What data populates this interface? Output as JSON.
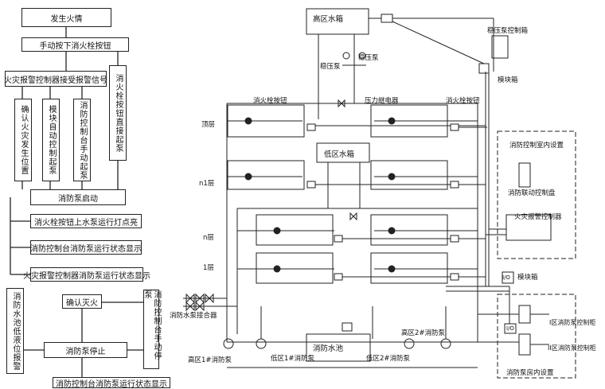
{
  "flowchart": {
    "start": "发生火情",
    "press_button": "手动按下消火栓按钮",
    "alarm_controller_receive": "火灾报警控制器接受报警信号",
    "confirm_fire": "确认火灾发生位置",
    "module_auto_start": "模块自动控制起泵",
    "console_manual_start": "消防控制台手动起泵",
    "hydrant_direct_start": "消火栓按钮直接起泵",
    "pump_started": "消防泵启动",
    "indicator_light": "消火栓按钮上水泵运行灯点亮",
    "console_display": "消防控制台消防泵运行状态显示",
    "controller_display": "火灾报警控制器消防泵运行状态显示",
    "low_level_alarm": "消防水池低液位报警",
    "confirm_extinguished": "确认灭火",
    "console_manual_stop": "消防控制台手动停泵",
    "pump_stopped": "消防泵停止",
    "console_display_bottom": "消防控制台消防泵运行状态显示"
  },
  "schematic": {
    "high_tank": "高区水箱",
    "stabilizer_pump_1": "稳压泵",
    "stabilizer_pump_2": "稳压泵",
    "stabilizer_cabinet": "稳压泵控制箱",
    "module_box_top": "模块箱",
    "pressure_relay": "压力继电器",
    "hydrant_button_left": "消火栓按钮",
    "hydrant_button_right": "消火栓按钮",
    "floor_top": "顶层",
    "floor_n1": "n1层",
    "floor_n": "n层",
    "floor_1": "1层",
    "low_tank": "低区水箱",
    "control_room": "消防控制室内设置",
    "linkage_panel": "消防联动控制盘",
    "alarm_controller": "火灾报警控制器",
    "module_box_right": "模块箱",
    "io_1": "I/O",
    "io_2": "I/O",
    "zone1_cabinet": "I区消防泵控制柜",
    "zone2_cabinet": "II区消防泵控制柜",
    "pump_room": "消防泵房内设置",
    "adapter": "消防水泵接合器",
    "high_zone1_pump": "高区1#消防泵",
    "low_zone1_pump": "低区1#消防泵",
    "fire_pool": "消防水池",
    "high_zone2_pump": "高区2#消防泵",
    "low_zone2_pump": "低区2#消防泵"
  }
}
